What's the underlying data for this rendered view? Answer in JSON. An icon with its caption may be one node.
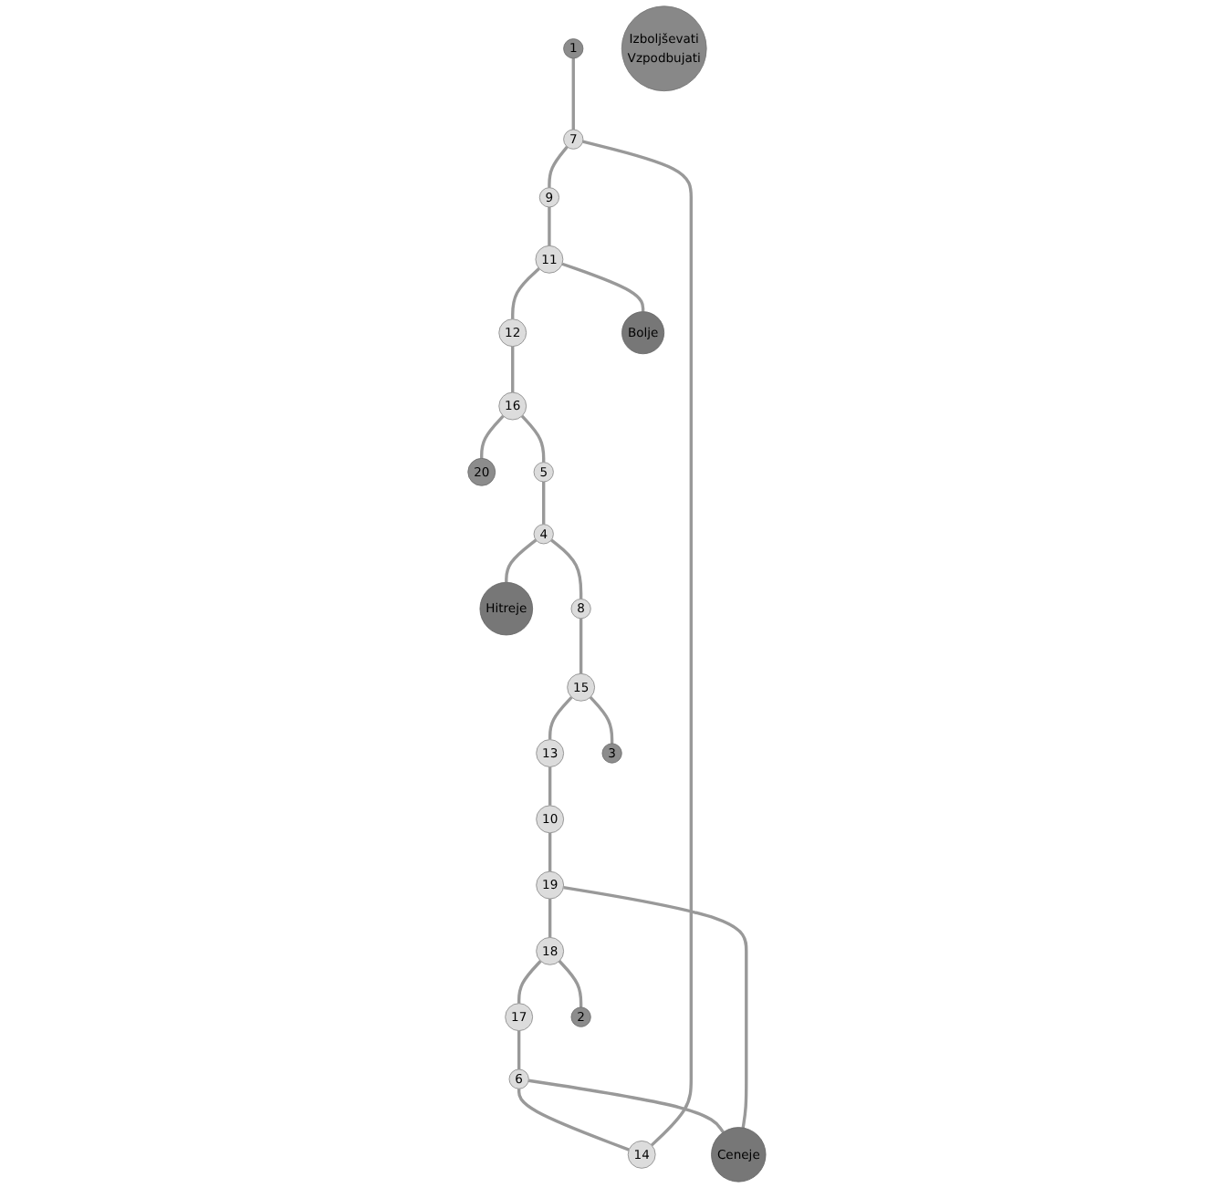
{
  "diagram": {
    "nodes": [
      {
        "text": [
          "1"
        ]
      },
      {
        "text": [
          "11"
        ]
      },
      {
        "text": [
          "20"
        ]
      },
      {
        "text": [
          "9"
        ]
      },
      {
        "text": [
          "12"
        ]
      },
      {
        "text": [
          "7"
        ]
      },
      {
        "text": [
          "16"
        ]
      },
      {
        "text": [
          "Bolje"
        ]
      },
      {
        "text": [
          "14"
        ]
      },
      {
        "text": [
          "5"
        ]
      },
      {
        "text": [
          "Izboljševati",
          "Vzpodbujati"
        ]
      },
      {
        "text": [
          "6"
        ]
      },
      {
        "text": [
          "4"
        ]
      },
      {
        "text": [
          "17"
        ]
      },
      {
        "text": [
          "Ceneje"
        ]
      },
      {
        "text": [
          "Hitreje"
        ]
      },
      {
        "text": [
          "8"
        ]
      },
      {
        "text": [
          "18"
        ]
      },
      {
        "text": [
          "15"
        ]
      },
      {
        "text": [
          "19"
        ]
      },
      {
        "text": [
          "13"
        ]
      },
      {
        "text": [
          "2"
        ]
      },
      {
        "text": [
          "3"
        ]
      },
      {
        "text": [
          "10"
        ]
      }
    ],
    "edges": [
      {
        "from": 0,
        "to": 5,
        "arrow": "none"
      },
      {
        "from": 5,
        "to": 3,
        "arrow": "none"
      },
      {
        "from": 3,
        "to": 1,
        "arrow": "none"
      },
      {
        "from": 1,
        "to": 4,
        "arrow": "none"
      },
      {
        "from": 4,
        "to": 6,
        "arrow": "none"
      },
      {
        "from": 6,
        "to": 2,
        "arrow": "none"
      },
      {
        "from": 6,
        "to": 9,
        "arrow": "none"
      },
      {
        "from": 9,
        "to": 12,
        "arrow": "none"
      },
      {
        "from": 12,
        "to": 16,
        "arrow": "none"
      },
      {
        "from": 16,
        "to": 18,
        "arrow": "none"
      },
      {
        "from": 18,
        "to": 22,
        "arrow": "none"
      },
      {
        "from": 18,
        "to": 20,
        "arrow": "none"
      },
      {
        "from": 20,
        "to": 23,
        "arrow": "none"
      },
      {
        "from": 23,
        "to": 19,
        "arrow": "none"
      },
      {
        "from": 19,
        "to": 17,
        "arrow": "none"
      },
      {
        "from": 17,
        "to": 21,
        "arrow": "none"
      },
      {
        "from": 17,
        "to": 13,
        "arrow": "none"
      },
      {
        "from": 13,
        "to": 11,
        "arrow": "none"
      },
      {
        "from": 11,
        "to": 8,
        "arrow": "none"
      },
      {
        "from": 8,
        "to": 5,
        "arrow": "none"
      },
      {
        "from": 1,
        "to": 7,
        "arrow": "none"
      },
      {
        "from": 11,
        "to": 14,
        "arrow": "none"
      },
      {
        "from": 19,
        "to": 14,
        "arrow": "none"
      },
      {
        "from": 12,
        "to": 15,
        "arrow": "none"
      }
    ]
  }
}
